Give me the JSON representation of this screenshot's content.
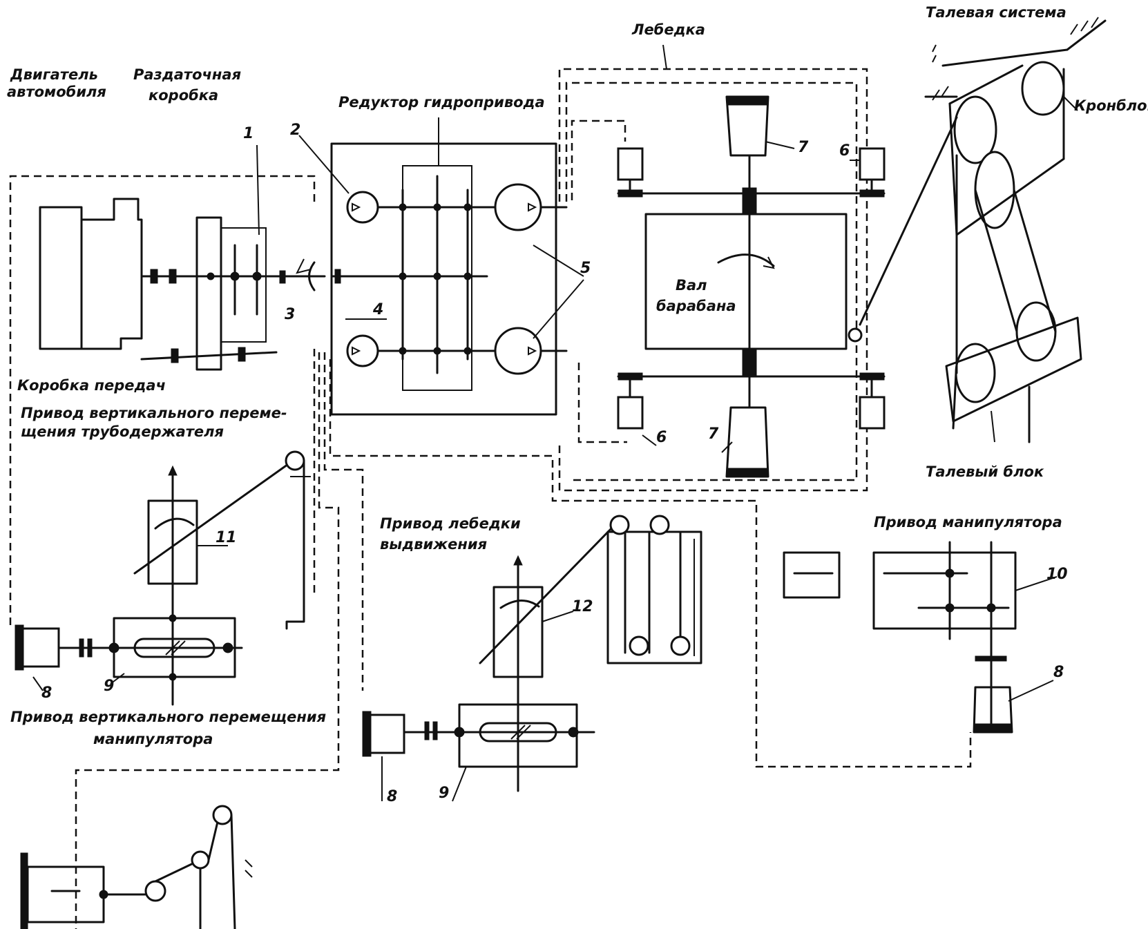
{
  "labels": {
    "engine_line1": "Двигатель",
    "engine_line2": "автомобиля",
    "transfer_line1": "Раздаточная",
    "transfer_line2": "коробка",
    "reducer": "Редуктор гидропривода",
    "winch": "Лебедка",
    "tackle_system": "Талевая система",
    "crown_block": "Кронблок",
    "gearbox": "Коробка передач",
    "pipe_drive_line1": "Привод вертикального переме-",
    "pipe_drive_line2": "щения трубодержателя",
    "drum_shaft_line1": "Вал",
    "drum_shaft_line2": "барабана",
    "travel_block": "Талевый блок",
    "manip_drive": "Привод манипулятора",
    "telescope_drive_line1": "Привод лебедки",
    "telescope_drive_line2": "выдвижения",
    "manip_vert_drive_line1": "Привод вертикального перемещения",
    "manip_vert_drive_line2": "манипулятора"
  },
  "numbers": {
    "n1": "1",
    "n2": "2",
    "n3": "3",
    "n4": "4",
    "n5": "5",
    "n6a": "6",
    "n6b": "6",
    "n7a": "7",
    "n7b": "7",
    "n8a": "8",
    "n8b": "8",
    "n8c": "8",
    "n9a": "9",
    "n9b": "9",
    "n10": "10",
    "n11": "11",
    "n12": "12"
  }
}
